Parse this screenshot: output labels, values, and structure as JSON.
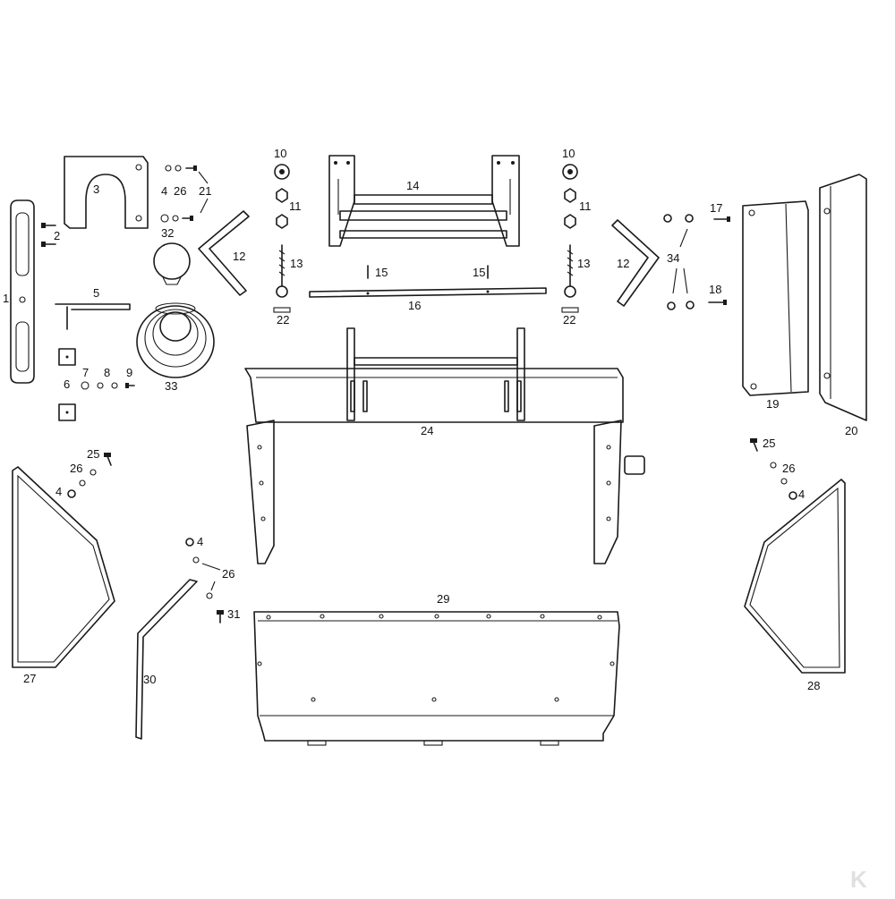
{
  "callouts": {
    "c1": "1",
    "c2": "2",
    "c3": "3",
    "c4a": "4",
    "c26a": "26",
    "c21": "21",
    "c32": "32",
    "c5": "5",
    "c6": "6",
    "c7": "7",
    "c8": "8",
    "c9": "9",
    "c33": "33",
    "c10l": "10",
    "c11l": "11",
    "c13l": "13",
    "c22l": "22",
    "c12l": "12",
    "c14": "14",
    "c15l": "15",
    "c15r": "15",
    "c16": "16",
    "c10r": "10",
    "c11r": "11",
    "c13r": "13",
    "c22r": "22",
    "c12r": "12",
    "c34": "34",
    "c17": "17",
    "c18": "18",
    "c19": "19",
    "c20": "20",
    "c24": "24",
    "c25l": "25",
    "c26l": "26",
    "c4l": "4",
    "c27": "27",
    "c4m": "4",
    "c26m": "26",
    "c31": "31",
    "c30": "30",
    "c29": "29",
    "c25r": "25",
    "c26r": "26",
    "c4r": "4",
    "c28": "28"
  },
  "logo": {
    "text": "K",
    "color": "#e0e0e0"
  }
}
